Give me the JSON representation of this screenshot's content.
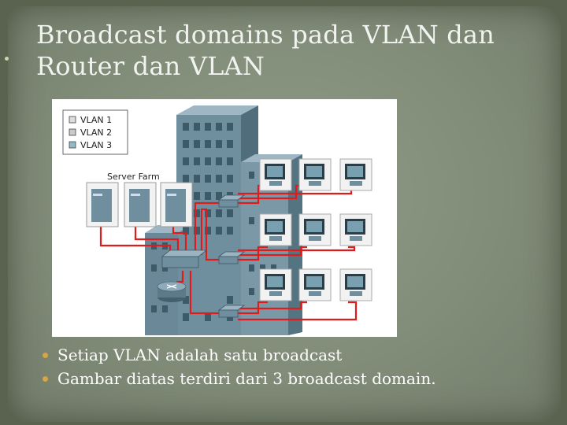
{
  "slide": {
    "title_line1": "Broadcast domains pada VLAN dan",
    "title_line2": "Router dan VLAN",
    "bullets": [
      "Setiap VLAN  adalah satu broadcast",
      "Gambar diatas terdiri dari 3 broadcast domain."
    ],
    "bullet_color": "#d7a447"
  },
  "figure": {
    "legend": [
      "VLAN 1",
      "VLAN 2",
      "VLAN 3"
    ],
    "server_farm_label": "Server Farm",
    "link_color": "#e01b1b",
    "icons": [
      "building-icon",
      "server-icon",
      "switch-icon",
      "router-icon",
      "pc-icon"
    ]
  }
}
